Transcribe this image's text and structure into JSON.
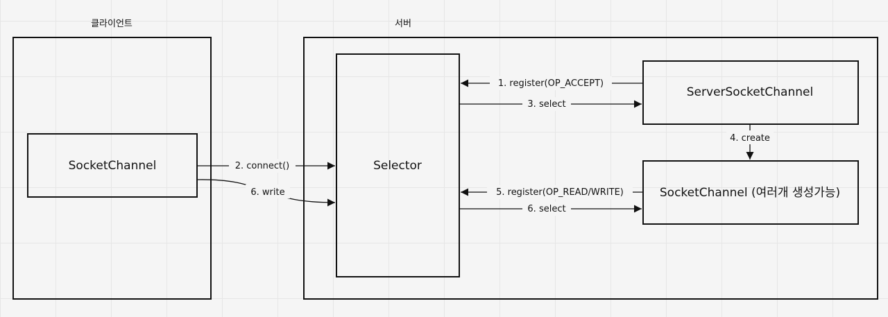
{
  "diagram": {
    "client_title": "클라이언트",
    "server_title": "서버",
    "client_socket_channel": "SocketChannel",
    "selector": "Selector",
    "server_socket_channel": "ServerSocketChannel",
    "server_socket_channels": "SocketChannel (여러개 생성가능)",
    "edges": {
      "register_accept": "1. register(OP_ACCEPT)",
      "connect": "2. connect()",
      "select_accept": "3. select",
      "create": "4. create",
      "register_read_write": "5. register(OP_READ/WRITE)",
      "write": "6. write",
      "select_read_write": "6. select"
    }
  }
}
